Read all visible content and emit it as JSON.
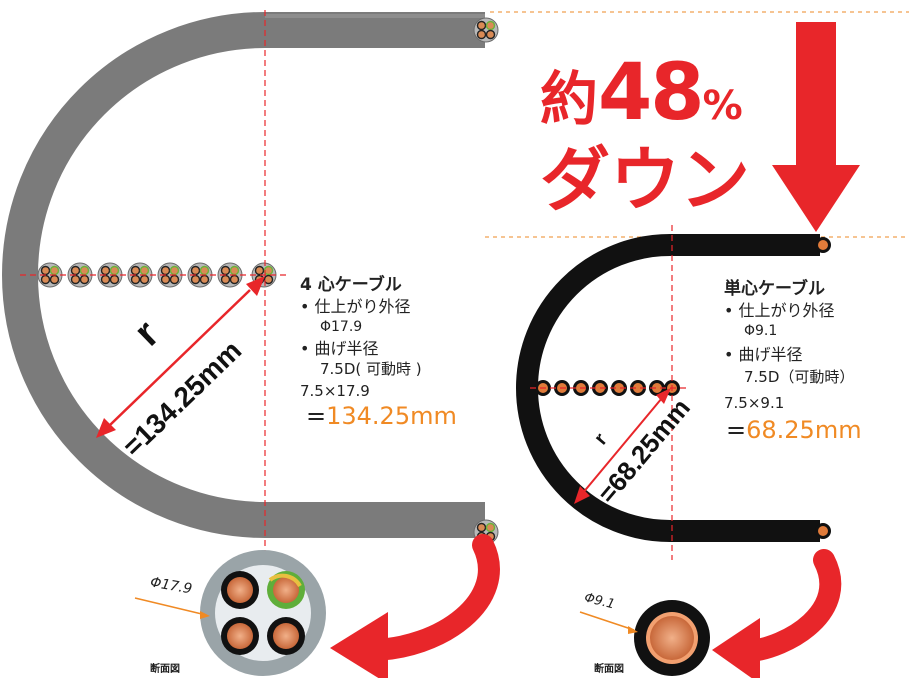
{
  "headline": {
    "approx": "約",
    "number": "48",
    "percent": "%",
    "down": "ダウン"
  },
  "four_core": {
    "title": "4 心ケーブル",
    "outer_label": "• 仕上がり外径",
    "outer_value": "Φ17.9",
    "bend_label": "• 曲げ半径",
    "bend_value": "7.5D( 可動時 )",
    "formula": "7.5×17.9",
    "equals": "=",
    "result": "134.25mm",
    "r_label": "r",
    "r_value": "=134.25mm",
    "diameter": "Φ17.9",
    "section_label": "断面図"
  },
  "single_core": {
    "title": "単心ケーブル",
    "outer_label": "• 仕上がり外径",
    "outer_value": "Φ9.1",
    "bend_label": "• 曲げ半径",
    "bend_value": "7.5D（可動時）",
    "formula": "7.5×9.1",
    "equals": "=",
    "result": "68.25mm",
    "r_label": "r",
    "r_value": "=68.25mm",
    "diameter": "Φ9.1",
    "section_label": "断面図"
  },
  "colors": {
    "accent_red": "#e8262a",
    "accent_orange": "#f08a24",
    "gray_cable": "#7b7b7b",
    "black_cable": "#111111"
  }
}
